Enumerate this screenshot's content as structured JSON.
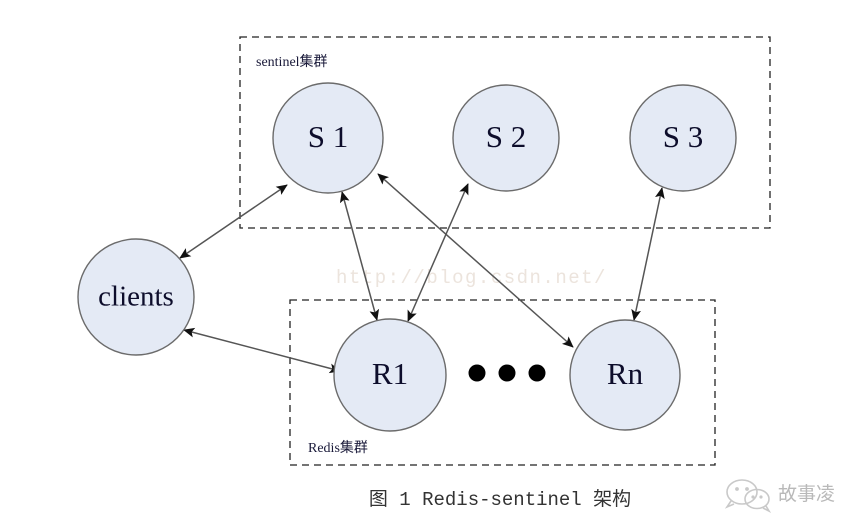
{
  "figure": {
    "caption": "图 1 Redis-sentinel 架构",
    "watermark_url": "http://blog.csdn.net/",
    "watermark_brand": "故事凌",
    "colors": {
      "node_fill": "#e4eaf5",
      "node_stroke": "#6b6b6b",
      "edge": "#555555",
      "box_stroke": "#222222",
      "background": "#ffffff"
    }
  },
  "groups": {
    "sentinel": {
      "label": "sentinel集群"
    },
    "redis": {
      "label": "Redis集群"
    }
  },
  "nodes": {
    "clients": {
      "label": "clients"
    },
    "s1": {
      "label": "S 1"
    },
    "s2": {
      "label": "S 2"
    },
    "s3": {
      "label": "S 3"
    },
    "r1": {
      "label": "R1"
    },
    "rn": {
      "label": "Rn"
    },
    "ellipsis": {
      "label": "• • •"
    }
  },
  "edges": [
    {
      "from": "clients",
      "to": "s1",
      "direction": "bidirectional"
    },
    {
      "from": "clients",
      "to": "r1",
      "direction": "bidirectional"
    },
    {
      "from": "s1",
      "to": "r1",
      "direction": "bidirectional"
    },
    {
      "from": "s1",
      "to": "rn",
      "direction": "bidirectional"
    },
    {
      "from": "s2",
      "to": "r1",
      "direction": "bidirectional"
    },
    {
      "from": "s3",
      "to": "rn",
      "direction": "bidirectional"
    }
  ]
}
